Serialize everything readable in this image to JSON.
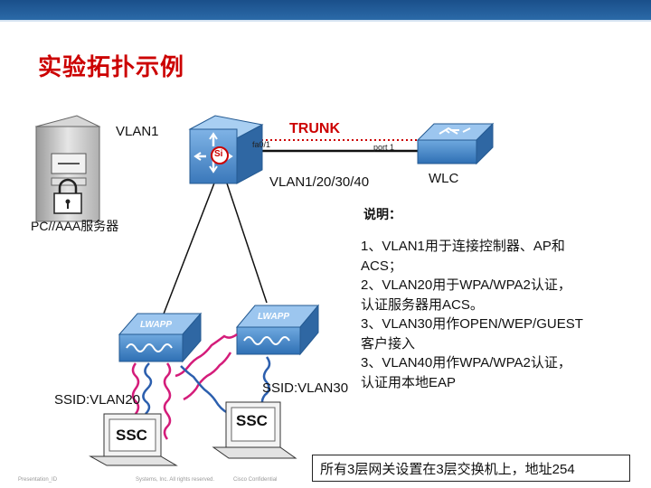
{
  "title": "实验拓扑示例",
  "labels": {
    "vlan1": "VLAN1",
    "trunk": "TRUNK",
    "fa01": "fa0/1",
    "port1": "port 1",
    "vlans": "VLAN1/20/30/40",
    "wlc": "WLC",
    "server": "PC//AAA服务器",
    "si": "Si",
    "ssid20": "SSID:VLAN20",
    "ssid30": "SSID:VLAN30",
    "ssc_left": "SSC",
    "ssc_right": "SSC",
    "lwapp_left": "LWAPP",
    "lwapp_right": "LWAPP"
  },
  "notes": {
    "heading": "说明：",
    "lines": [
      "1、VLAN1用于连接控制器、AP和",
      "ACS；",
      "2、VLAN20用于WPA/WPA2认证，",
      "认证服务器用ACS。",
      "3、VLAN30用作OPEN/WEP/GUEST",
      "客户接入",
      "3、VLAN40用作WPA/WPA2认证，",
      "认证用本地EAP"
    ]
  },
  "footer": {
    "text": "所有3层网关设置在3层交换机上，地址254",
    "presentation_id": "Presentation_ID",
    "rights": "Systems, Inc. All rights reserved.",
    "confidential": "Cisco Confidential"
  },
  "colors": {
    "accent_red": "#cc0000",
    "brand_blue": "#2b6aa8",
    "cable_magenta": "#d41c7a",
    "cable_blue": "#2c5fae"
  }
}
